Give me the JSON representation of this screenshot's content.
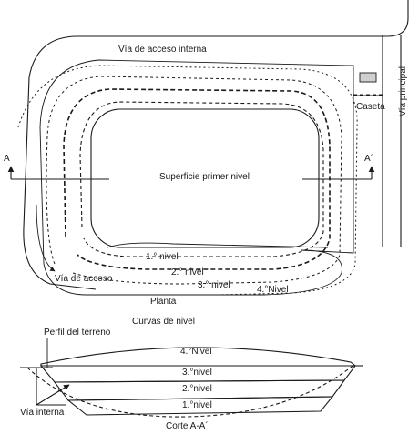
{
  "plan": {
    "internal_road_label": "Vía de acceso interna",
    "main_road_label": "Vía principal",
    "booth_label": "Caseta",
    "surface_label": "Superficie primer nivel",
    "section_mark_left": "A",
    "section_mark_right": "A´",
    "access_road_label": "Vía de acceso",
    "level_labels": [
      "1.° nivel",
      "2.° nivel",
      "3.° nivel",
      "4.°Nivel"
    ],
    "plan_caption": "Planta",
    "contour_caption": "Curvas de nivel"
  },
  "section": {
    "terrain_profile_label": "Perfil del terreno",
    "internal_road_label": "Vía interna",
    "level_labels": [
      "4.°Nivel",
      "3.°nivel",
      "2.°nivel",
      "1.°nivel"
    ],
    "caption": "Corte A-A´"
  }
}
